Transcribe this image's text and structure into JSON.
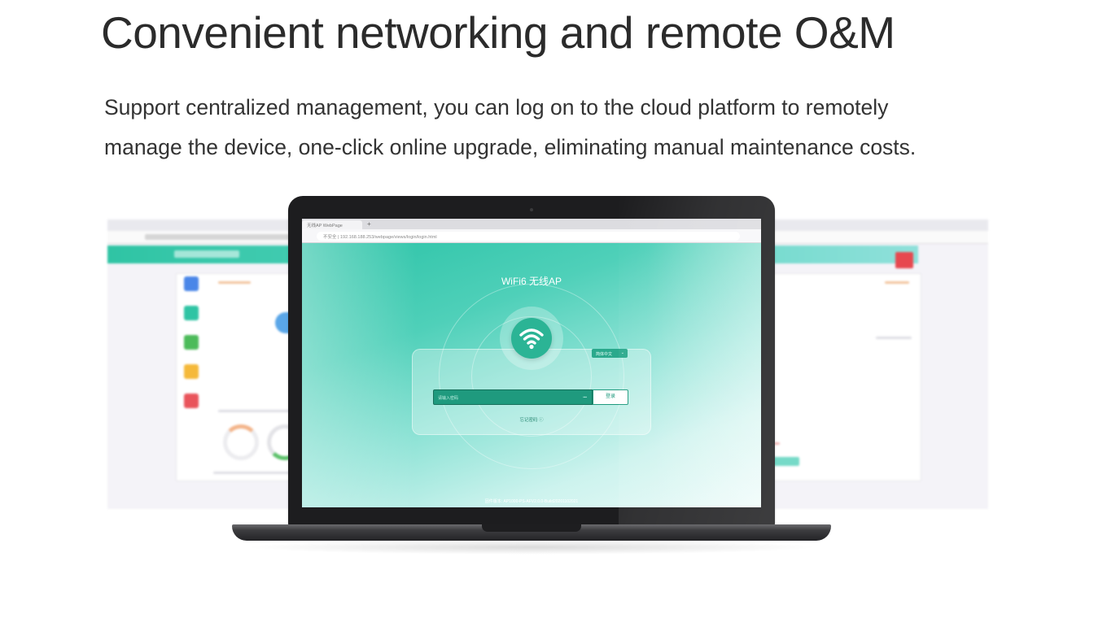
{
  "page": {
    "headline": "Convenient networking and remote O&M",
    "subtext_line1": "Support centralized management, you can log on to the cloud platform to remotely",
    "subtext_line2": "manage the device, one-click online upgrade, eliminating manual maintenance costs."
  },
  "browser": {
    "tab_title": "无线AP WebPage",
    "new_tab": "+",
    "address": "不安全 | 192.168.188.253/webpage/views/login/login.html"
  },
  "login": {
    "title": "WiFi6 无线AP",
    "language_select": "简体中文",
    "password_placeholder": "请输入密码",
    "eye_toggle": "•••",
    "login_button": "登录",
    "forgot_password": "忘记密码 ⓘ",
    "footer_version": "固件版本: AP1000-PS-AFV2.0.0-Build20201102021"
  },
  "colors": {
    "brand_green": "#2bb495",
    "gradient_start": "#2bc3a7",
    "gradient_end": "#eafaf8",
    "alert_red": "#e7484f"
  },
  "icons": {
    "wifi": "wifi-icon",
    "cloud": "cloud-icon"
  }
}
